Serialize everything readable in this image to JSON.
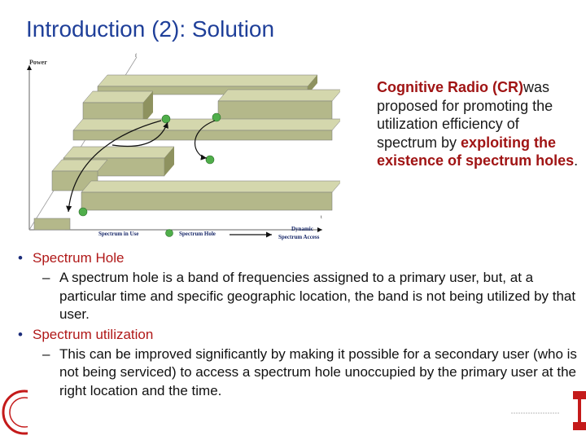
{
  "slide": {
    "title": "Introduction (2): Solution"
  },
  "figure": {
    "axis_y_label": "Power",
    "axis_x_label": "t",
    "axis_z_label": "f",
    "legend_in_use": "Spectrum in Use",
    "legend_hole": "Spectrum Hole",
    "legend_access_line1": "Dynamic",
    "legend_access_line2": "Spectrum Access"
  },
  "right_text": {
    "p1": "Cognitive Radio",
    "p2": "(CR)",
    "p3": "was proposed for promoting the utilization efficiency of spectrum by ",
    "p4": "exploiting the existence of spectrum holes",
    "p5": "."
  },
  "bullets": [
    {
      "heading": "Spectrum Hole",
      "sub_dash": "–",
      "sub": "A spectrum hole is a band of frequencies assigned to a primary user, but, at a particular time and specific geographic location, the band is not being utilized by that user."
    },
    {
      "heading": "Spectrum utilization",
      "sub_dash": "–",
      "sub": "This can be improved significantly by making it possible for a secondary user (who is not being serviced) to access a spectrum hole unoccupied by the primary user at the right location and the time."
    }
  ],
  "colors": {
    "title": "#1f3f99",
    "highlight": "#a01414",
    "block_top": "#d4d7ad",
    "block_front": "#b4b88a",
    "block_side": "#8e925f",
    "hole_dot": "#4fae4a",
    "logo_red": "#c41a1a"
  },
  "logos": {
    "left": "university-seal-icon",
    "right": "university-logo-icon"
  }
}
